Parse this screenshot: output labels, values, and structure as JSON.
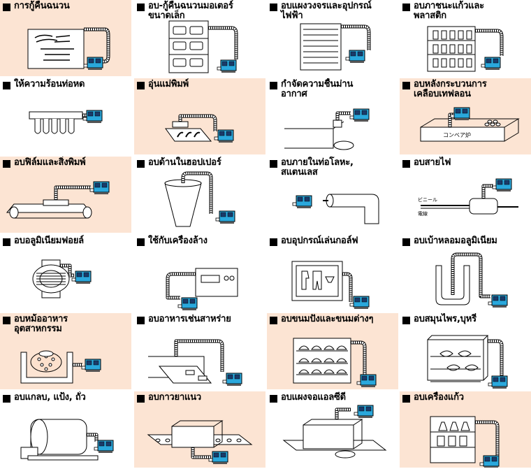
{
  "items": [
    {
      "label": "การกู้คืนฉนวน",
      "bg": "peach"
    },
    {
      "label": "อบ-กู้คืนฉนวนมอเตอร์\nขนาดเล็ก",
      "bg": "white"
    },
    {
      "label": "อบแผงวงจรและอุปกรณ์\nไฟฟ้า",
      "bg": "white"
    },
    {
      "label": "อบภาชนะแก้วและ\nพลาสติก",
      "bg": "white"
    },
    {
      "label": "ให้ความร้อนท่อหด",
      "bg": "white"
    },
    {
      "label": "อุ่นแม่พิมพ์",
      "bg": "peach"
    },
    {
      "label": "กำจัดความชื้นม่าน\nอากาศ",
      "bg": "white"
    },
    {
      "label": "อบหลังกระบวนการ\nเคลือบเทฟลอน",
      "bg": "peach"
    },
    {
      "label": "อบฟิล์มและสิ่งพิมพ์",
      "bg": "peach"
    },
    {
      "label": "อบด้านในฮอปเปอร์",
      "bg": "white"
    },
    {
      "label": "อบภายในท่อโลหะ,\nสแตนเลส",
      "bg": "white"
    },
    {
      "label": "อบสายไฟ",
      "bg": "white"
    },
    {
      "label": "อบอลูมิเนียมฟอยล์",
      "bg": "white"
    },
    {
      "label": "ใช้กับเครื่องล้าง",
      "bg": "white"
    },
    {
      "label": "อบอุปกรณ์เล่นกอล์ฟ",
      "bg": "white"
    },
    {
      "label": "อบเบ้าหลอมอลูมิเนียม",
      "bg": "white"
    },
    {
      "label": "อบหม้ออาหาร\nอุตสาหกรรม",
      "bg": "peach"
    },
    {
      "label": "อบอาหารเช่นสาหร่าย",
      "bg": "white"
    },
    {
      "label": "อบขนมปังและขนมต่างๆ",
      "bg": "peach"
    },
    {
      "label": "อบสมุนไพร,บุหรี่",
      "bg": "white"
    },
    {
      "label": "อบแกลบ, แป้ง, ถั่ว",
      "bg": "white"
    },
    {
      "label": "อบกาวยาแนว",
      "bg": "peach"
    },
    {
      "label": "อบแผงจอแอลซีดี",
      "bg": "white"
    },
    {
      "label": "อบเครื่องแก้ว",
      "bg": "peach"
    }
  ],
  "annotations": {
    "conveyor_furnace": "コンベア炉",
    "vinyl": "ビニール",
    "wire": "電線"
  },
  "colors": {
    "peach": "#fce4d3",
    "heater": "#2aa8dc",
    "line": "#000000"
  }
}
